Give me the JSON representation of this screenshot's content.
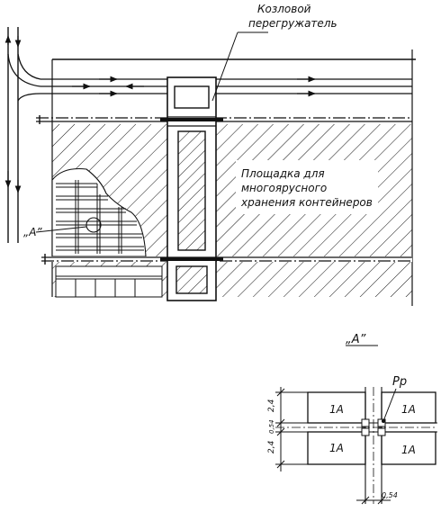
{
  "labels": {
    "crane_line1": "Козловой",
    "crane_line2": "перегружатель",
    "area_line1": "Площадка для",
    "area_line2": "многоярусного",
    "area_line3": "хранения контейнеров",
    "view_marker_left": "„А”",
    "view_marker_section": "„А”"
  },
  "detail": {
    "container_labels": [
      "1А",
      "1А",
      "1А",
      "1А"
    ],
    "dim_24_top": "2,4",
    "dim_24_bottom": "2,4",
    "dim_054_left": "0,54",
    "dim_054_bottom": "0,54",
    "pp_label": "Pp"
  }
}
